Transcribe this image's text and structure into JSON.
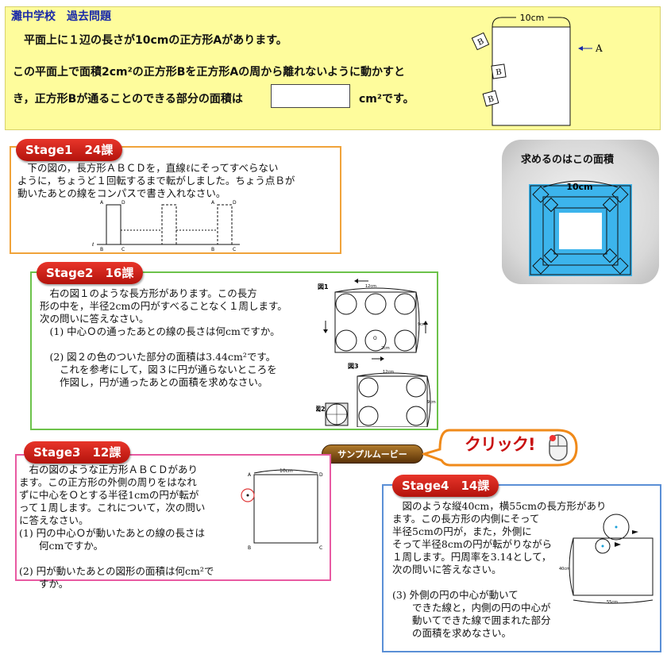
{
  "top": {
    "title": "灘中学校　過去問題",
    "line1": "平面上に１辺の長さが10cmの正方形Aがあります。",
    "line2": "この平面上で面積2cm²の正方形Bを正方形Aの周から離れないように動かすと",
    "line3": "き，正方形Bが通ることのできる部分の面積は",
    "line3_end": "cm²です。",
    "fig_dim": "10cm",
    "fig_label_a": "A",
    "fig_label_b": "B"
  },
  "stage1": {
    "badge": "Stage1　24課",
    "text": "　下の図の，長方形ＡＢＣＤを，直線ℓにそってすべらない\nように，ちょうど１回転するまで転がしました。ちょう点Ｂが\n動いたあとの線をコンパスで書き入れなさい。",
    "labels": {
      "a": "A",
      "d": "D",
      "b": "B",
      "c": "C",
      "l": "ℓ"
    }
  },
  "stage2": {
    "badge": "Stage2　16課",
    "text": "　右の図１のような長方形があります。この長方\n形の中を，半径2cmの円がすべることなく１周します。\n次の問いに答えなさい。\n　(1) 中心Ｏの通ったあとの線の長さは何cmですか。\n\n　(2) 図２の色のついた部分の面積は3.44cm²です。\n　　これを参考にして，図３に円が通らないところを\n　　作図し，円が通ったあとの面積を求めなさい。",
    "fig1": "図1",
    "fig2": "図2",
    "fig3": "図3",
    "dim_w": "12cm",
    "dim_h": "9cm",
    "dim_r": "2cm",
    "center": "O"
  },
  "stage3": {
    "badge": "Stage3　12課",
    "text": "　右の図のような正方形ＡＢＣＤがあり\nます。この正方形の外側の周りをはなれ\nずに中心をＯとする半径1cmの円が転が\nって１周します。これについて，次の問い\nに答えなさい。\n(1) 円の中心Ｏが動いたあとの線の長さは\n　　何cmですか。\n\n(2) 円が動いたあとの図形の面積は何cm²で\n　　すか。",
    "dim": "10cm",
    "labels": {
      "a": "A",
      "d": "D",
      "b": "B",
      "c": "C"
    }
  },
  "stage4": {
    "badge": "Stage4　14課",
    "text": "　図のような縦40cm，横55cmの長方形があり\nます。この長方形の内側にそって\n半径5cmの円が，また，外側に\nそって半径8cmの円が転がりながら\n１周します。円周率を3.14として，\n次の問いに答えなさい。\n\n(3) 外側の円の中心が動いて\n　　できた線と，内側の円の中心が\n　　動いてできた線で囲まれた部分\n　　の面積を求めなさい。",
    "dim_h": "40cm",
    "dim_w": "55cm"
  },
  "area_panel": {
    "title": "求めるのはこの面積",
    "dim": "10cm"
  },
  "buttons": {
    "movie": "サンプルムービー",
    "click": "クリック!"
  },
  "colors": {
    "top_bg": "#fefc9c",
    "stage1_border": "#f0a33a",
    "stage2_border": "#6cc24a",
    "stage3_border": "#e85aa2",
    "stage4_border": "#5a8fd6",
    "area_fill": "#3cb4ec",
    "badge_red": "#d42a1e"
  }
}
